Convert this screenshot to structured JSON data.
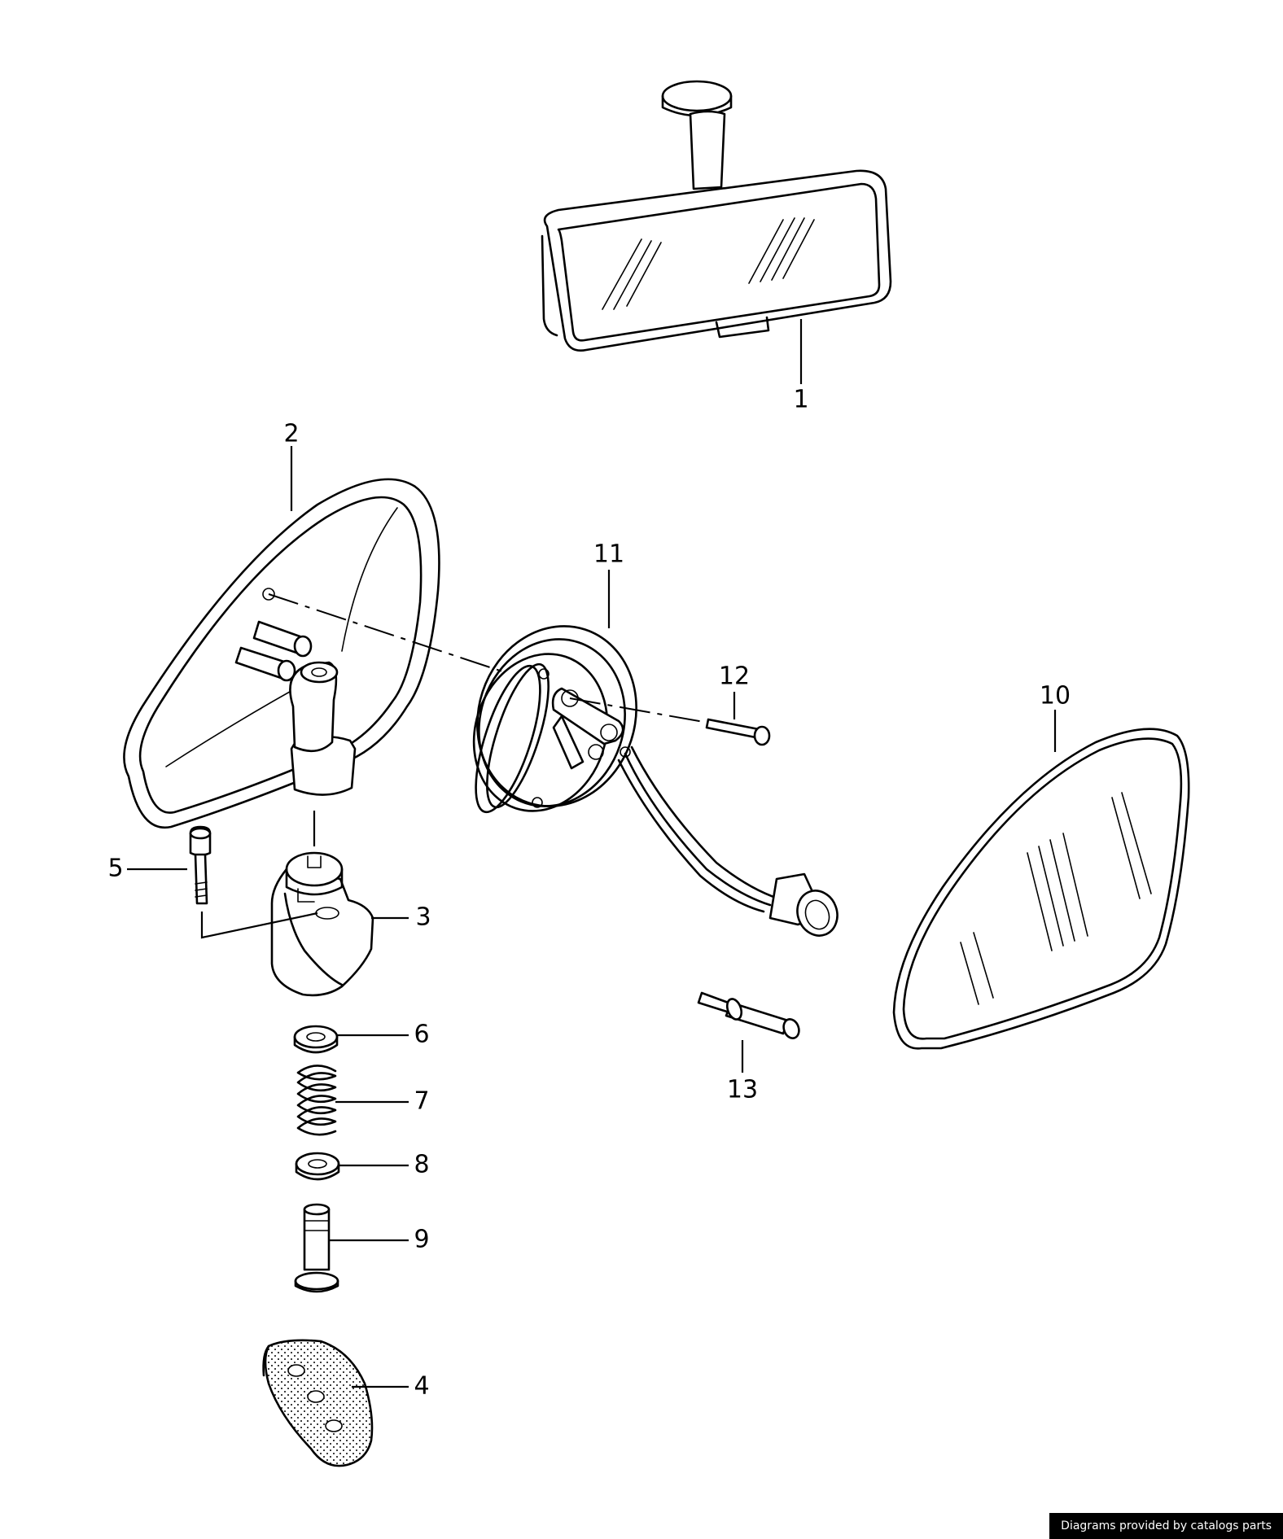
{
  "callouts": {
    "c1": "1",
    "c2": "2",
    "c3": "3",
    "c4": "4",
    "c5": "5",
    "c6": "6",
    "c7": "7",
    "c8": "8",
    "c9": "9",
    "c10": "10",
    "c11": "11",
    "c12": "12",
    "c13": "13"
  },
  "footer": {
    "credit": "Diagrams provided by catalogs parts"
  }
}
